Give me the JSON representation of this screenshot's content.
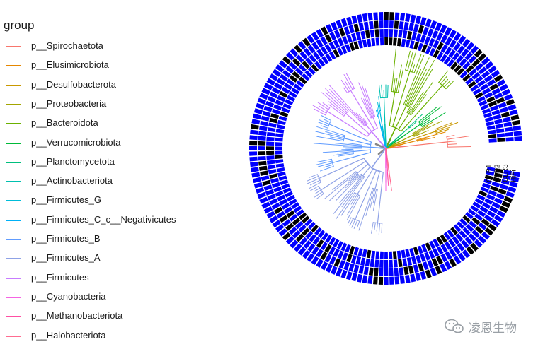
{
  "legend": {
    "title": "group",
    "items": [
      {
        "label": "p__Spirochaetota",
        "color": "#F8766D"
      },
      {
        "label": "p__Elusimicrobiota",
        "color": "#E58700"
      },
      {
        "label": "p__Desulfobacterota",
        "color": "#C99800"
      },
      {
        "label": "p__Proteobacteria",
        "color": "#A3A500"
      },
      {
        "label": "p__Bacteroidota",
        "color": "#6BB100"
      },
      {
        "label": "p__Verrucomicrobiota",
        "color": "#00BA38"
      },
      {
        "label": "p__Planctomycetota",
        "color": "#00BF7D"
      },
      {
        "label": "p__Actinobacteriota",
        "color": "#00C0AF"
      },
      {
        "label": "p__Firmicutes_G",
        "color": "#00BCD8"
      },
      {
        "label": "p__Firmicutes_C_c__Negativicutes",
        "color": "#00B0F6"
      },
      {
        "label": "p__Firmicutes_B",
        "color": "#619CFF"
      },
      {
        "label": "p__Firmicutes_A",
        "color": "#8FA2E6"
      },
      {
        "label": "p__Firmicutes",
        "color": "#C77CFF"
      },
      {
        "label": "p__Cyanobacteria",
        "color": "#F564E3"
      },
      {
        "label": "p__Methanobacteriota",
        "color": "#FF4FA3"
      },
      {
        "label": "p__Halobacteriota",
        "color": "#FF6C91"
      }
    ]
  },
  "chart_data": {
    "type": "circular-phylogenetic-tree-with-heatmap",
    "ring_labels": [
      "CLR1",
      "CLR2",
      "CLR3",
      "HiFi"
    ],
    "heatmap_colors": {
      "present": "#0000FF",
      "absent": "#000000"
    },
    "open_sector": "right (between tree leaves 0 and ~50 degrees)"
  },
  "watermark": {
    "text": "凌恩生物",
    "icon": "wechat-icon"
  }
}
